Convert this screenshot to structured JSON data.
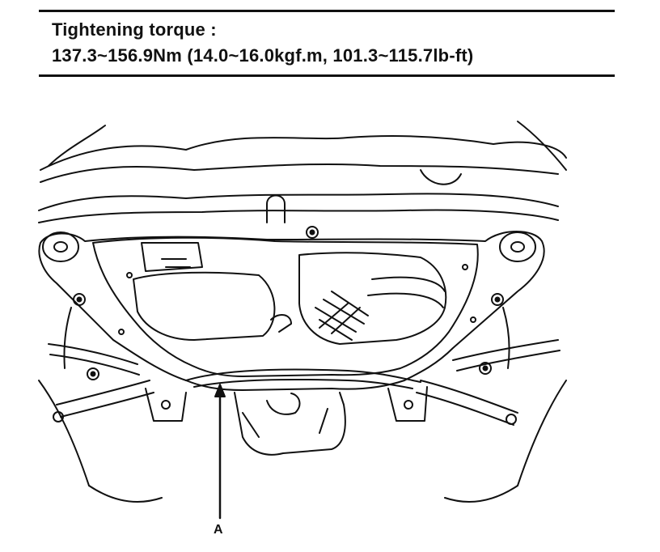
{
  "spec": {
    "title": "Tightening torque :",
    "value": "137.3~156.9Nm (14.0~16.0kgf.m, 101.3~115.7lb-ft)"
  },
  "diagram": {
    "callouts": [
      {
        "label": "A"
      }
    ]
  },
  "colors": {
    "ink": "#111111",
    "background": "#ffffff"
  }
}
